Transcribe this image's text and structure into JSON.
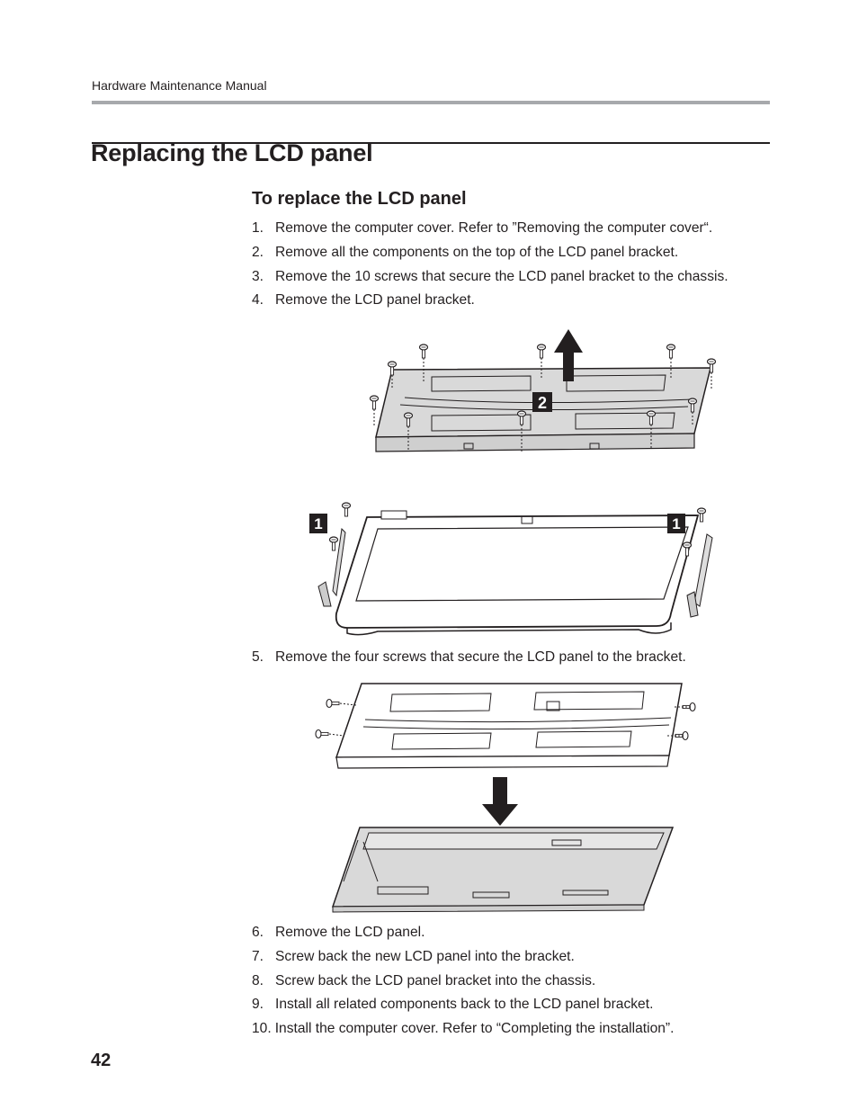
{
  "header": {
    "running_title": "Hardware Maintenance Manual"
  },
  "page": {
    "title": "Replacing the LCD panel",
    "section_title": "To replace the LCD panel",
    "page_number": "42"
  },
  "steps_a": [
    {
      "num": "1.",
      "text": "Remove the computer cover. Refer to ”Removing the computer cover“."
    },
    {
      "num": "2.",
      "text": "Remove all the components on the top of the LCD panel bracket."
    },
    {
      "num": "3.",
      "text": "Remove the 10 screws that secure the LCD panel bracket to the chassis."
    },
    {
      "num": "4.",
      "text": "Remove the LCD panel bracket."
    }
  ],
  "steps_b": [
    {
      "num": "5.",
      "text": "Remove the four screws that secure the LCD panel to the bracket."
    }
  ],
  "steps_c": [
    {
      "num": "6.",
      "text": "Remove the LCD panel."
    },
    {
      "num": "7.",
      "text": "Screw back the new LCD panel into the bracket."
    },
    {
      "num": "8.",
      "text": "Screw back the LCD panel bracket into the chassis."
    },
    {
      "num": "9.",
      "text": "Install all related components back to the LCD panel bracket."
    },
    {
      "num": "10.",
      "text": "Install the computer cover. Refer to “Completing the installation”."
    }
  ],
  "figure_1": {
    "callouts": [
      "2",
      "1",
      "1"
    ]
  }
}
